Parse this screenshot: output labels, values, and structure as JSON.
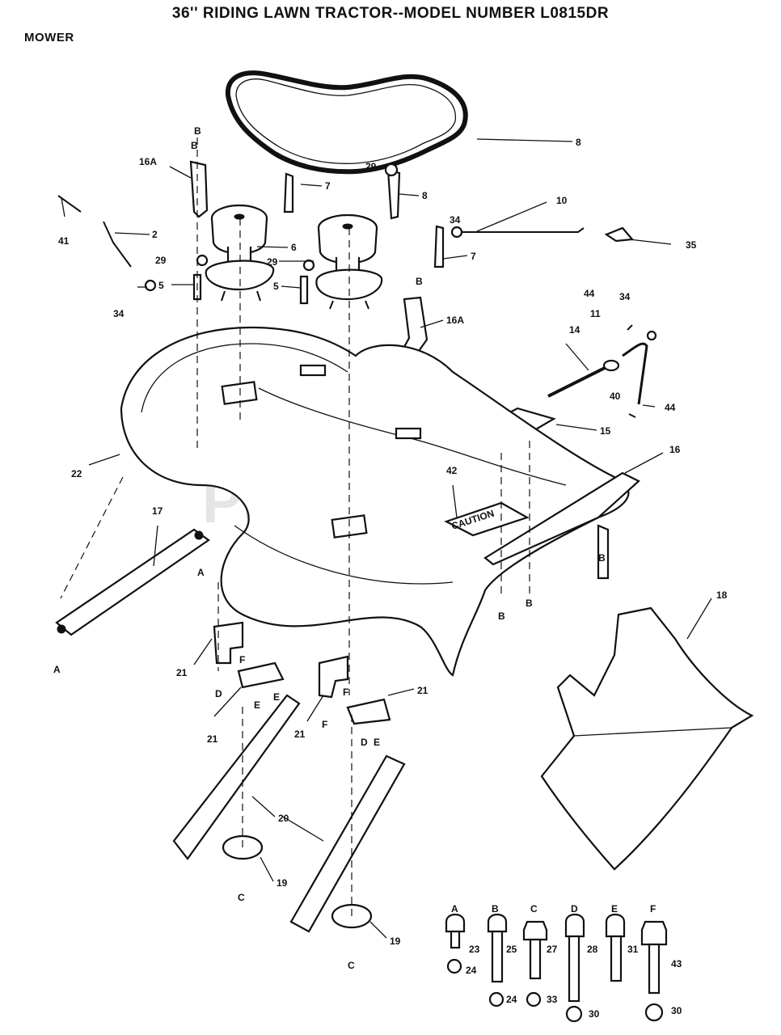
{
  "header": {
    "title": "36'' RIDING LAWN TRACTOR--MODEL NUMBER L0815DR",
    "section": "MOWER",
    "watermark": "PartsTre"
  },
  "part_labels": {
    "p16A_top": "16A",
    "p41": "41",
    "p2": "2",
    "p7_top": "7",
    "p29_belt": "29",
    "p8_belt": "8",
    "p8_idler": "8",
    "p10": "10",
    "p34_right": "34",
    "p35": "35",
    "p6": "6",
    "p29_left": "29",
    "p29_mid": "29",
    "p7_right": "7",
    "p5_left": "5",
    "p5_mid": "5",
    "p34_left": "34",
    "p16A_mid": "16A",
    "p44_top": "44",
    "p34_top": "34",
    "p11": "11",
    "p14": "14",
    "p40": "40",
    "p44_bot": "44",
    "p15": "15",
    "p22": "22",
    "p16": "16",
    "p42": "42",
    "p17": "17",
    "p18": "18",
    "p21_a": "21",
    "p21_b": "21",
    "p21_c": "21",
    "p21_d": "21",
    "p20": "20",
    "p19_a": "19",
    "p19_b": "19"
  },
  "callout_letters": {
    "b_top": "B",
    "b_top2": "B",
    "b_mid": "B",
    "b_right": "B",
    "b_low1": "B",
    "b_low2": "B",
    "a_mid": "A",
    "a_left": "A",
    "c_a": "C",
    "c_b": "C",
    "d_a": "D",
    "e_a": "E",
    "e_b": "E",
    "f_a": "F",
    "f_b": "F",
    "f_c": "F",
    "d_b": "D",
    "e_c": "E"
  },
  "deck_caution": "CAUTION",
  "hardware": [
    {
      "letter": "A",
      "parts": [
        "23",
        "24"
      ]
    },
    {
      "letter": "B",
      "parts": [
        "25",
        "24"
      ]
    },
    {
      "letter": "C",
      "parts": [
        "27",
        "33"
      ]
    },
    {
      "letter": "D",
      "parts": [
        "28",
        "30"
      ]
    },
    {
      "letter": "E",
      "parts": [
        "31"
      ]
    },
    {
      "letter": "F",
      "parts": [
        "43",
        "30"
      ]
    }
  ]
}
